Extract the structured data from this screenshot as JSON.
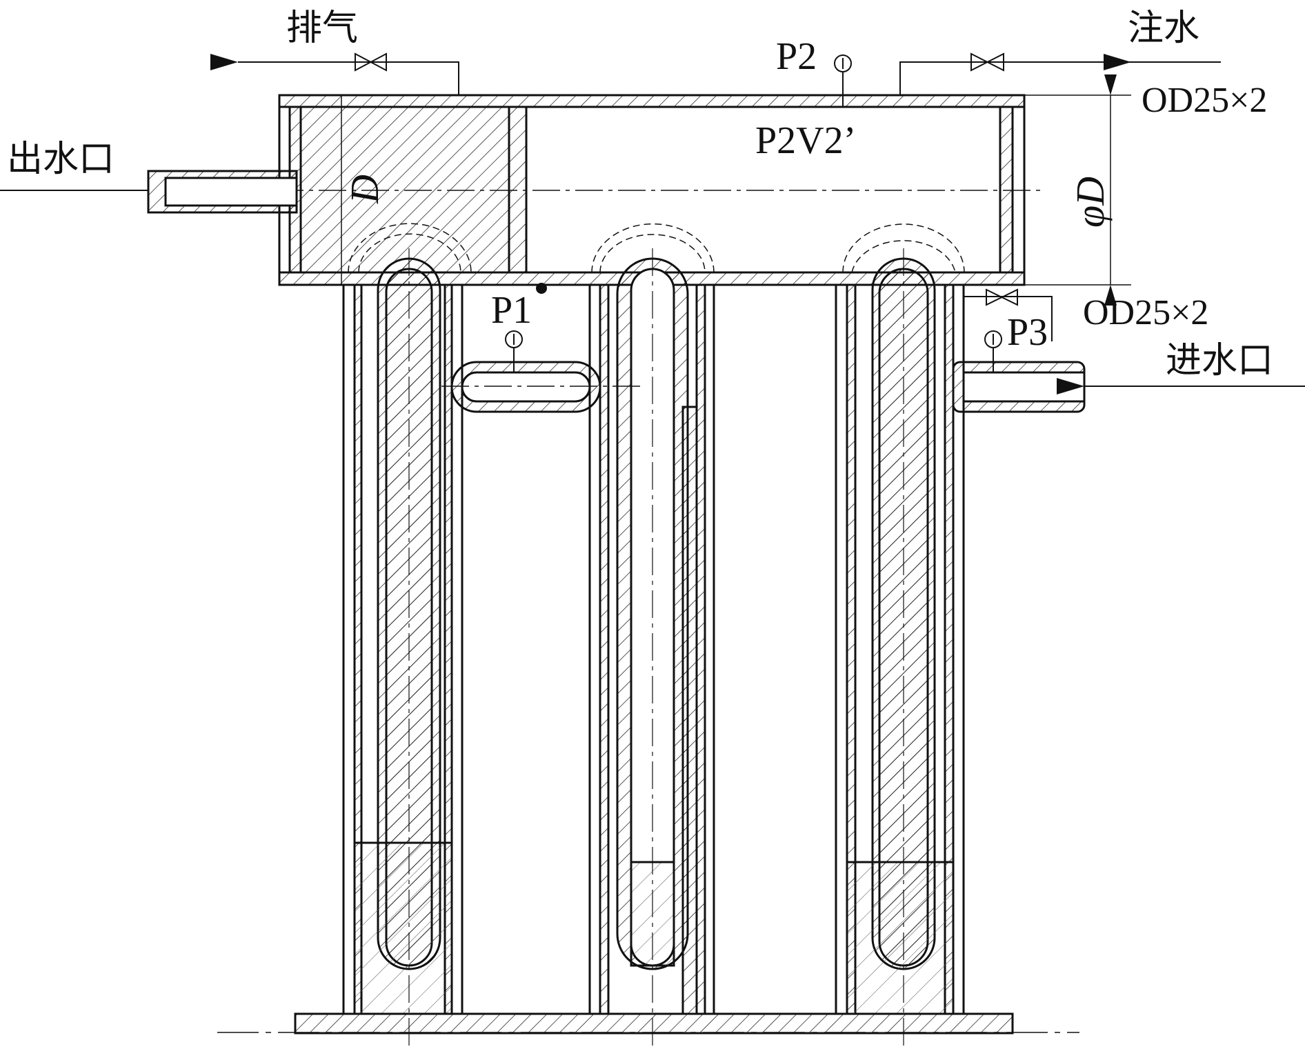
{
  "labels": {
    "exhaust": "排气",
    "water_fill": "注水",
    "outlet": "出水口",
    "inlet": "进水口",
    "p1": "P1",
    "p2": "P2",
    "p3": "P3",
    "p2v2": "P2V2’",
    "od_top": "OD25×2",
    "od_right": "OD25×2",
    "dia_left": "D",
    "dia_right": "φD"
  },
  "colors": {
    "ink": "#111111",
    "paper": "#ffffff"
  }
}
